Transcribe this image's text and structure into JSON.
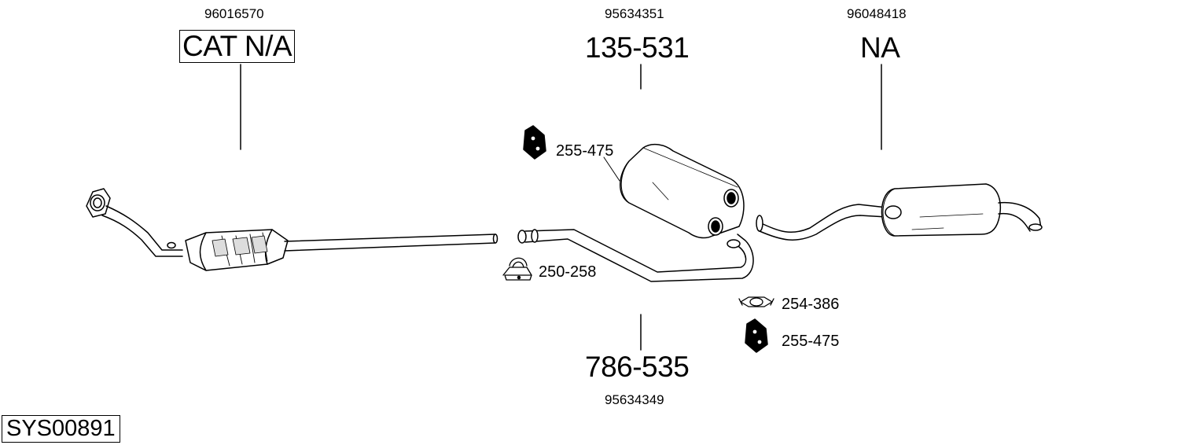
{
  "system_id": "SYS00891",
  "parts": {
    "catalyst": {
      "ref": "CAT N/A",
      "oem": "96016570"
    },
    "front_silencer": {
      "ref": "135-531",
      "oem": "95634351"
    },
    "rear_silencer": {
      "ref": "NA",
      "oem": "96048418"
    },
    "middle_pipe": {
      "ref": "786-535",
      "oem": "95634349"
    }
  },
  "accessories": {
    "rubber_mount_top": "255-475",
    "clamp_left": "250-258",
    "clamp_right": "254-386",
    "rubber_mount_bottom": "255-475"
  }
}
